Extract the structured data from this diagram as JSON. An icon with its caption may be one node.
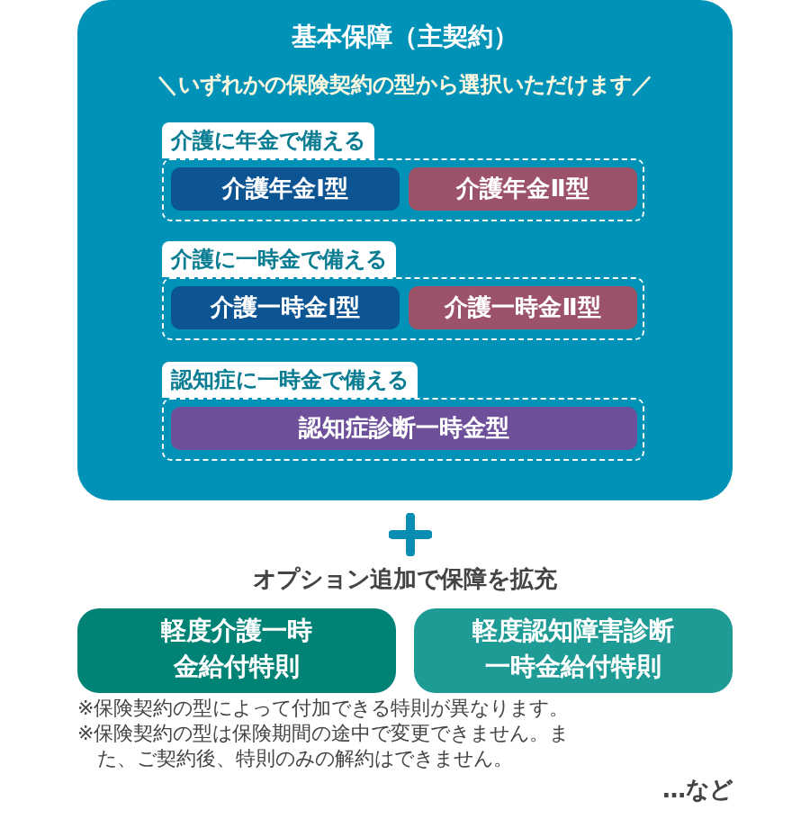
{
  "diagram": {
    "nodes": [
      {
        "text": [
          "基本保障（主契約）",
          "＼いずれかの保険契約の型から選択いただけます／"
        ]
      },
      {
        "text": [
          "介護に年金で備える"
        ],
        "in": 0
      },
      {
        "text": [
          "介護年金Ⅰ型"
        ],
        "in": 1
      },
      {
        "text": [
          "介護年金Ⅱ型"
        ],
        "in": 1
      },
      {
        "text": [
          "介護に一時金で備える"
        ],
        "in": 0
      },
      {
        "text": [
          "介護一時金Ⅰ型"
        ],
        "in": 4
      },
      {
        "text": [
          "介護一時金Ⅱ型"
        ],
        "in": 4
      },
      {
        "text": [
          "認知症に一時金で備える"
        ],
        "in": 0
      },
      {
        "text": [
          "認知症診断一時金型"
        ],
        "in": 7
      },
      {
        "text": [
          "軽度介護一時金給付特則"
        ]
      },
      {
        "text": [
          "軽度認知障害診断一時金給付特則"
        ]
      }
    ],
    "labels": [
      "オプション追加で保障を拡充",
      "※保険契約の型によって付加できる特則が異なります。",
      "※保険契約の型は保険期間の途中で変更できません。また、ご契約後、特則のみの解約はできません。",
      "…など"
    ]
  }
}
